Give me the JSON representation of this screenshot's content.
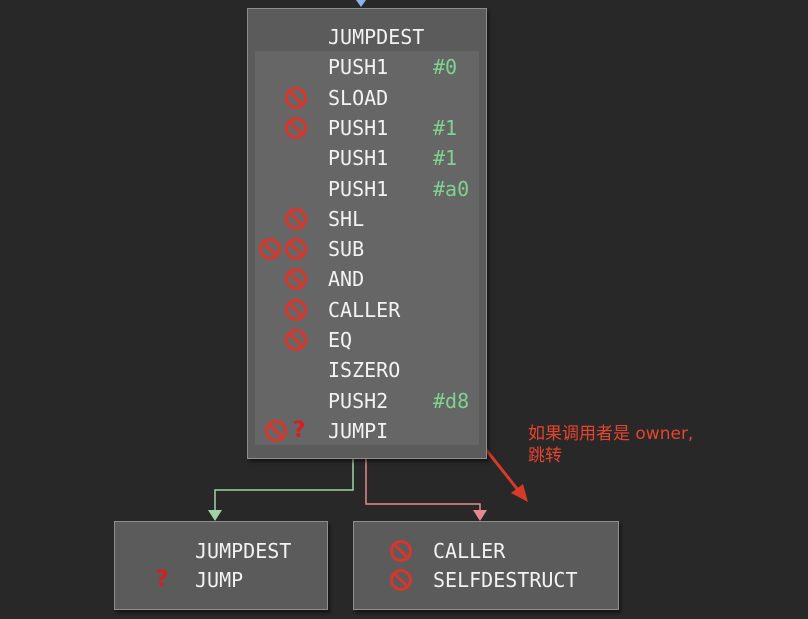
{
  "main_block": {
    "rows": [
      {
        "op": "JUMPDEST",
        "arg": "",
        "icons": []
      },
      {
        "op": "PUSH1",
        "arg": "#0",
        "icons": []
      },
      {
        "op": "SLOAD",
        "arg": "",
        "icons": [
          "ban-icon"
        ]
      },
      {
        "op": "PUSH1",
        "arg": "#1",
        "icons": [
          "ban-icon"
        ]
      },
      {
        "op": "PUSH1",
        "arg": "#1",
        "icons": []
      },
      {
        "op": "PUSH1",
        "arg": "#a0",
        "icons": []
      },
      {
        "op": "SHL",
        "arg": "",
        "icons": [
          "ban-icon"
        ]
      },
      {
        "op": "SUB",
        "arg": "",
        "icons": [
          "ban-icon",
          "ban-icon"
        ]
      },
      {
        "op": "AND",
        "arg": "",
        "icons": [
          "ban-icon"
        ]
      },
      {
        "op": "CALLER",
        "arg": "",
        "icons": [
          "ban-icon"
        ]
      },
      {
        "op": "EQ",
        "arg": "",
        "icons": [
          "ban-icon"
        ]
      },
      {
        "op": "ISZERO",
        "arg": "",
        "icons": []
      },
      {
        "op": "PUSH2",
        "arg": "#d8",
        "icons": []
      },
      {
        "op": "JUMPI",
        "arg": "",
        "icons": [
          "ban-icon",
          "question-icon"
        ]
      }
    ]
  },
  "left_block": {
    "rows": [
      {
        "op": "JUMPDEST",
        "arg": "",
        "icons": []
      },
      {
        "op": "JUMP",
        "arg": "",
        "icons": [
          "question-icon"
        ]
      }
    ]
  },
  "right_block": {
    "rows": [
      {
        "op": "CALLER",
        "arg": "",
        "icons": [
          "ban-icon"
        ]
      },
      {
        "op": "SELFDESTRUCT",
        "arg": "",
        "icons": [
          "ban-icon"
        ]
      }
    ]
  },
  "annotation": {
    "line1": "如果调用者是 owner,",
    "line2": "跳转"
  },
  "colors": {
    "background": "#282828",
    "true_edge": "#9fd3a6",
    "false_edge": "#e6898e",
    "annotation": "#e8432c",
    "arg_text": "#7ed38f"
  }
}
